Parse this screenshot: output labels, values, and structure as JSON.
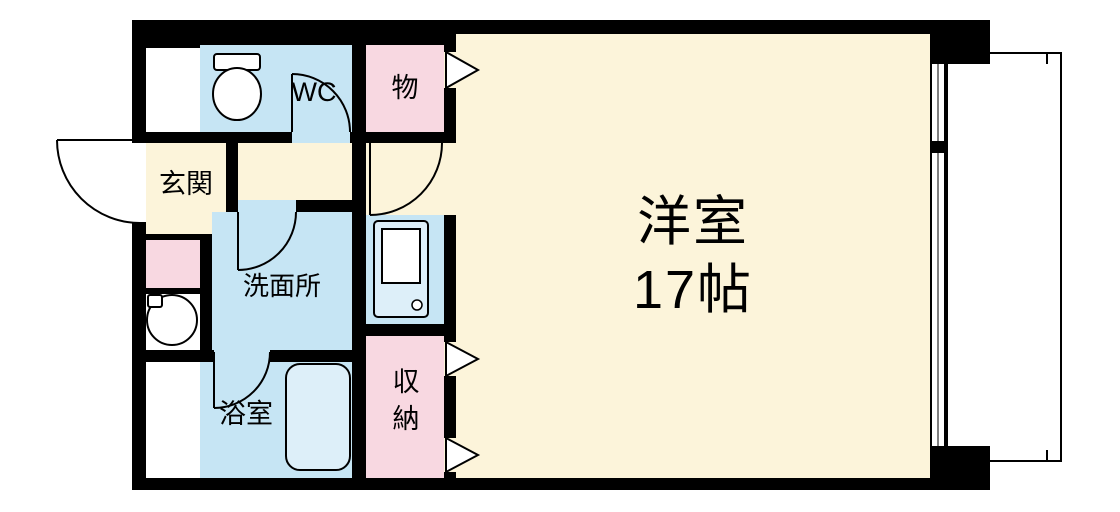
{
  "colors": {
    "wall": "#000000",
    "room_cream": "#FCF4DA",
    "room_blue": "#C6E5F4",
    "room_pink": "#F8D8E1",
    "fixture_blue": "#DDEFF9",
    "background": "#FFFFFF"
  },
  "rooms": {
    "western_room": {
      "label": "洋室",
      "size": "17帖"
    },
    "wc": {
      "label": "WC"
    },
    "storage_upper": {
      "label": "物"
    },
    "entrance": {
      "label": "玄関"
    },
    "washroom": {
      "label": "洗面所"
    },
    "bathroom": {
      "label": "浴室"
    },
    "closet": {
      "label": "収納"
    }
  },
  "fixtures": {
    "toilet": "toilet-icon",
    "washbasin": "washbasin-icon",
    "bathtub": "bathtub-icon",
    "washing_machine_pan": "washing-machine-pan-icon",
    "window": "window",
    "balcony": "balcony",
    "doors": [
      "entrance-door-arc",
      "wc-door-arc",
      "washroom-door-arc",
      "corridor-door-arc",
      "bathroom-door-arc",
      "storage-sliding-door",
      "closet-sliding-doors"
    ]
  }
}
